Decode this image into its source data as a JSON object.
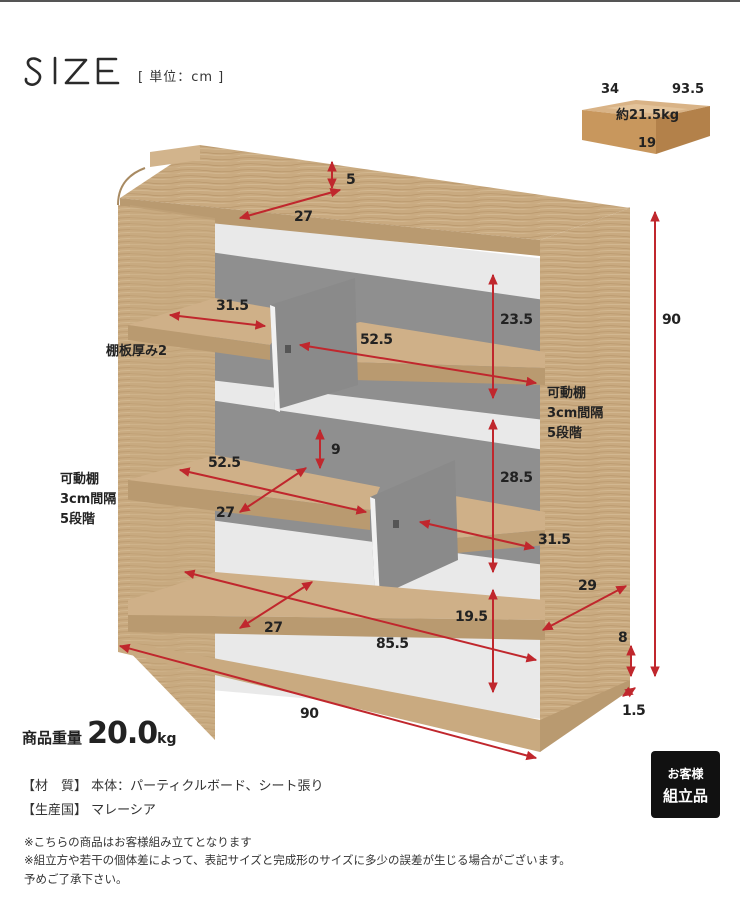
{
  "header": {
    "title": "SIZE",
    "unit_note": "[ 単位：cm ]"
  },
  "package": {
    "width": "34",
    "length": "93.5",
    "weight": "約21.5kg",
    "height": "19"
  },
  "dimensions": {
    "top_edge": "5",
    "top_depth": "27",
    "height_total": "90",
    "upper_left_width": "31.5",
    "upper_center_width": "52.5",
    "upper_gap": "23.5",
    "lower_gap_small": "9",
    "lower_left_width": "52.5",
    "lower_depth": "27",
    "lower_gap": "28.5",
    "lower_right_width": "31.5",
    "side_depth": "29",
    "bottom_gap": "19.5",
    "bottom_depth": "27",
    "bottom_width": "85.5",
    "base_height": "8",
    "base_thickness": "1.5",
    "width_total": "90"
  },
  "notes": {
    "shelf_thickness": "棚板厚み2",
    "movable_right": [
      "可動棚",
      "3cm間隔",
      "5段階"
    ],
    "movable_left": [
      "可動棚",
      "3cm間隔",
      "5段階"
    ]
  },
  "weight": {
    "label": "商品重量",
    "value": "20.0",
    "unit": "kg"
  },
  "specs": {
    "material": "【材　質】 本体：パーティクルボード、シート張り",
    "origin": "【生産国】 マレーシア"
  },
  "badge": {
    "line1": "お客様",
    "line2": "組立品"
  },
  "footnotes": [
    "※こちらの商品はお客様組み立てとなります",
    "※組立方や若干の個体差によって、表記サイズと完成形のサイズに多少の誤差が生じる場合がございます。",
    "予めご了承下さい。"
  ],
  "colors": {
    "arrow_red": "#c0272d",
    "wood": "#c9aa80",
    "wood_dark": "#a88a62",
    "partition": "#8f8f8f",
    "box": "#c69a62"
  }
}
